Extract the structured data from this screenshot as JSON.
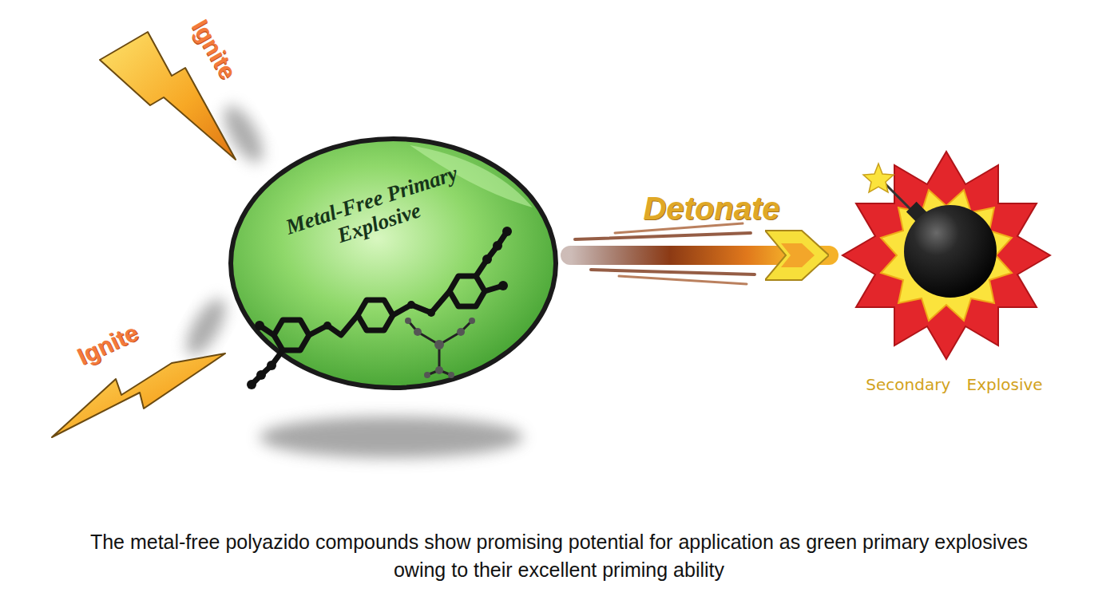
{
  "diagram": {
    "caption": "The metal-free polyazido compounds show promising potential for application as green primary explosives owing to their excellent priming ability",
    "nodes": [
      {
        "text": [
          "Metal-Free Primary Explosive"
        ]
      },
      {
        "text": [
          "Secondary Explosive"
        ]
      }
    ],
    "edges": [
      {
        "from": 0,
        "to": 1,
        "label": "Detonate",
        "arrow": "to"
      }
    ],
    "labels": [
      "Ignite",
      "Ignite"
    ]
  }
}
